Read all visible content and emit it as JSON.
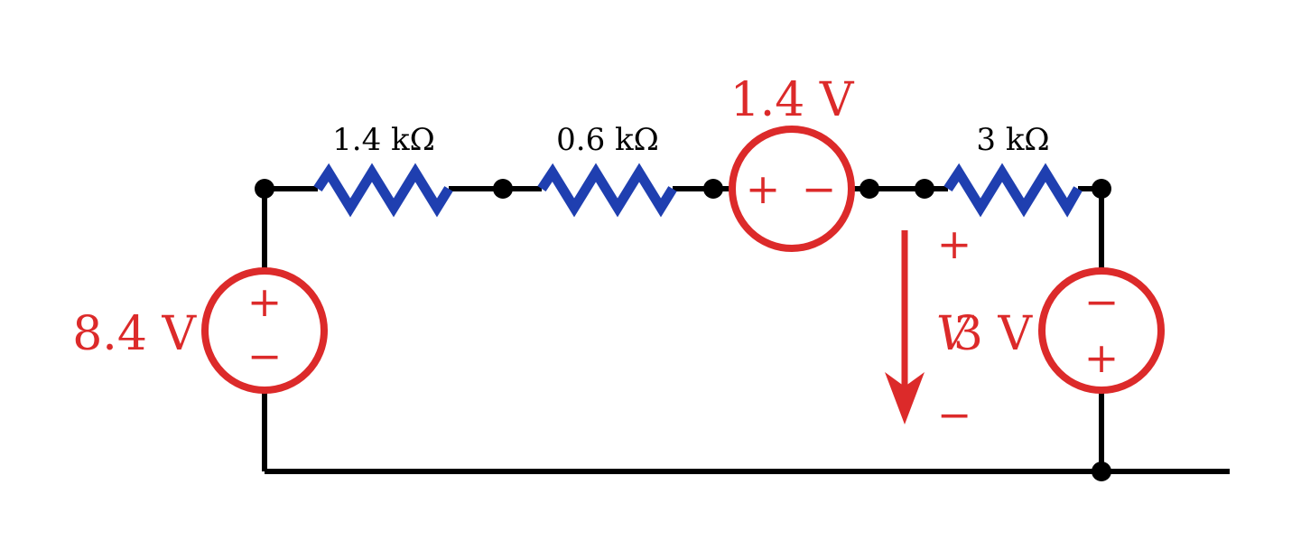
{
  "resistors": [
    {
      "label": "1.4 kΩ"
    },
    {
      "label": "0.6 kΩ"
    },
    {
      "label": "3 kΩ"
    }
  ],
  "sources": [
    {
      "label": "8.4 V",
      "top_sign": "+",
      "bottom_sign": "−"
    },
    {
      "label": "1.4 V",
      "left_sign": "+",
      "right_sign": "−"
    },
    {
      "label": "3 V",
      "top_sign": "−",
      "bottom_sign": "+"
    }
  ],
  "measurement": {
    "label": "V",
    "plus": "+",
    "minus": "−"
  },
  "colors": {
    "wire": "#000000",
    "resistor": "#1f3fb0",
    "source": "#dc2a2a"
  }
}
